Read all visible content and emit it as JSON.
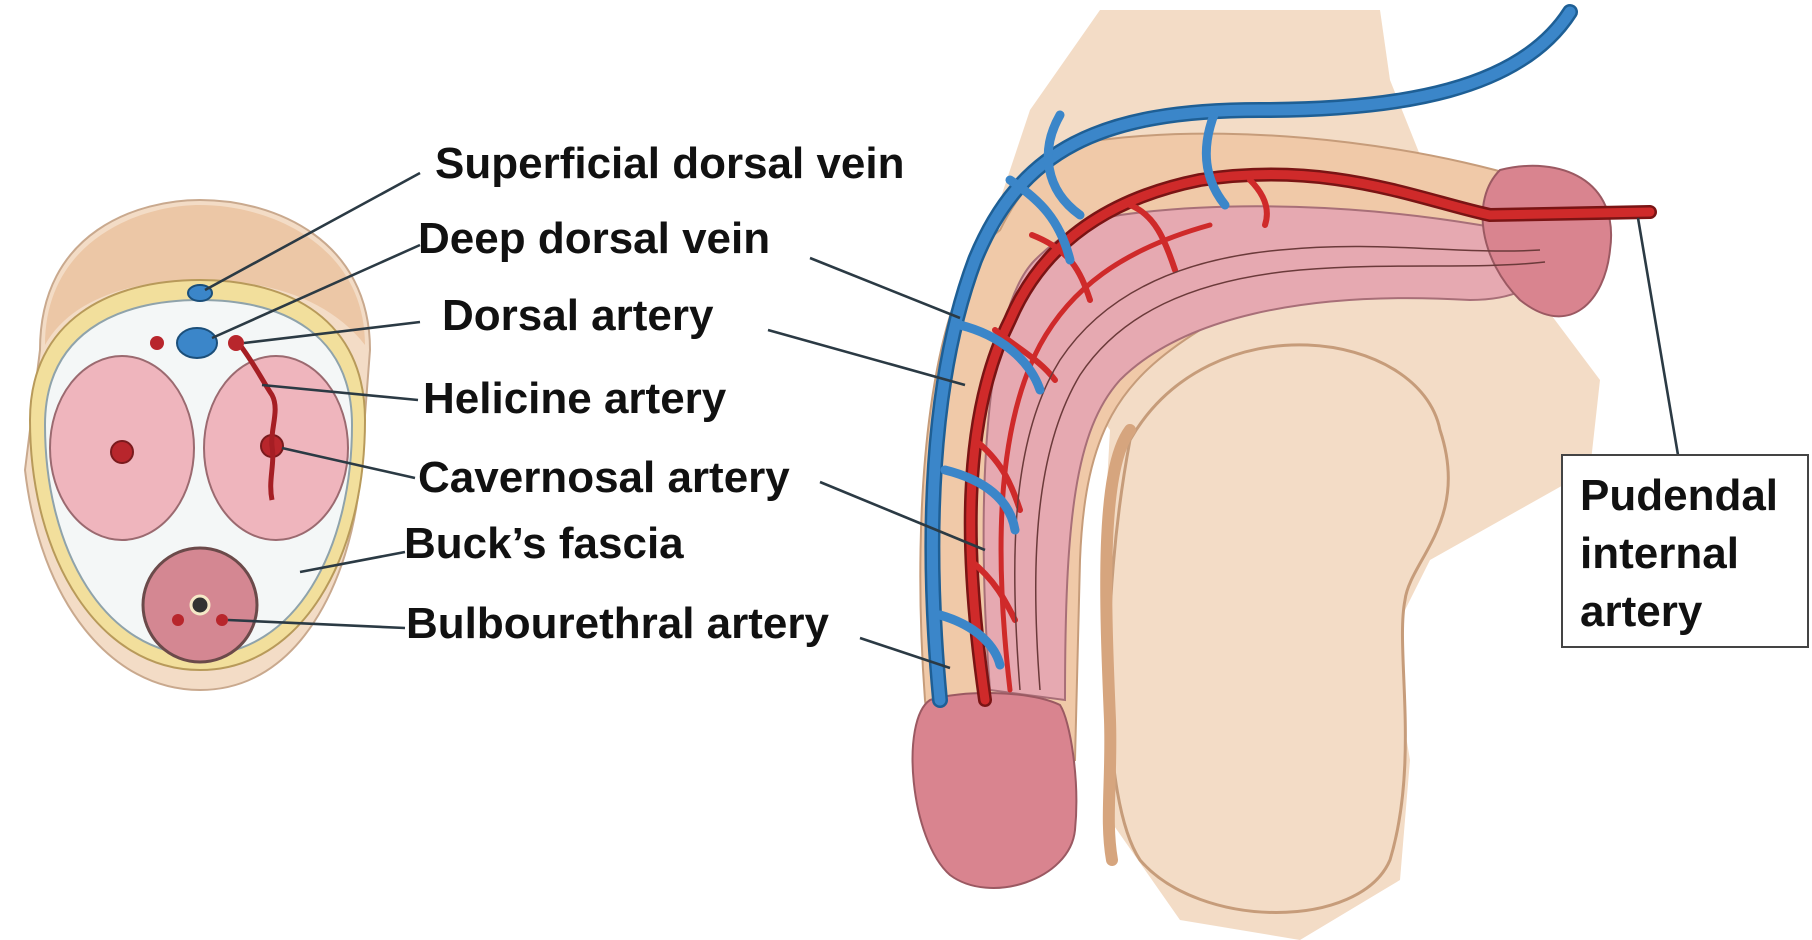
{
  "labels": {
    "superficial_dorsal_vein": "Superficial dorsal vein",
    "deep_dorsal_vein": "Deep dorsal vein",
    "dorsal_artery": "Dorsal artery",
    "helicine_artery": "Helicine artery",
    "cavernosal_artery": "Cavernosal artery",
    "bucks_fascia": "Buck’s fascia",
    "bulbourethral_artery": "Bulbourethral artery",
    "pudendal_line1": "Pudendal",
    "pudendal_line2": "internal",
    "pudendal_line3": "artery"
  },
  "colors": {
    "skin": "#f3dcc6",
    "skin_dark": "#e9c5a6",
    "fascia_yellow": "#f2df9c",
    "corpus_pink": "#efb5bd",
    "shaft_pink": "#d98f9a",
    "glans": "#d9848f",
    "artery_red": "#cf2a2a",
    "vein_blue": "#3b86c9",
    "leader": "#2b3a44"
  },
  "icons": {
    "cross_section": "penis-cross-section",
    "side_view": "penis-side-view"
  }
}
